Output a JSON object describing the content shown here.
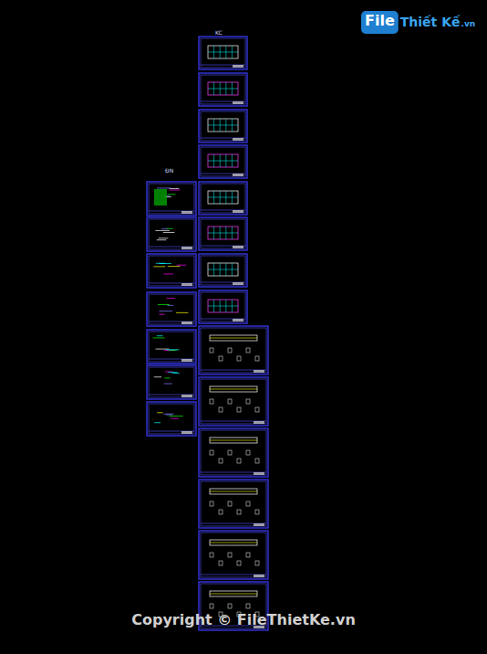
{
  "diagram": {
    "labels": [
      "KC",
      "ĐN",
      "File",
      "Thiết Kế",
      ".vn",
      "Copyright © FileThietKe.vn"
    ]
  }
}
